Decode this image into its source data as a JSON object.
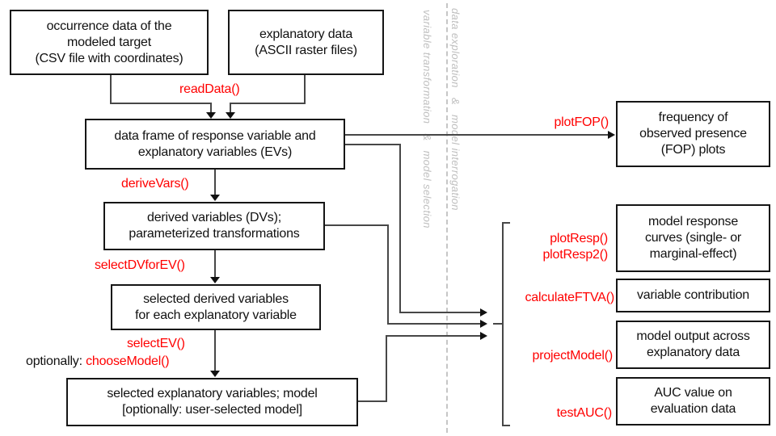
{
  "diagram": {
    "boxes": {
      "occurrence": "occurrence data of the\nmodeled target\n(CSV file with coordinates)",
      "explanatory": "explanatory data\n(ASCII raster files)",
      "dataframe": "data frame of response variable and\nexplanatory variables (EVs)",
      "derived": "derived variables (DVs);\nparameterized transformations",
      "selected_dv": "selected derived variables\nfor each explanatory variable",
      "model": "selected explanatory variables; model\n[optionally: user-selected model]",
      "fop": "frequency of\nobserved presence\n(FOP) plots",
      "resp": "model response\ncurves (single- or\nmarginal-effect)",
      "contrib": "variable contribution",
      "output": "model output across\nexplanatory data",
      "auc": "AUC value on\nevaluation data"
    },
    "functions": {
      "read_data": "readData()",
      "derive_vars": "deriveVars()",
      "select_dv_for_ev": "selectDVforEV()",
      "select_ev": "selectEV()",
      "choose_model": "chooseModel()",
      "plot_fop": "plotFOP()",
      "plot_resp": "plotResp()",
      "plot_resp2": "plotResp2()",
      "calculate_ftva": "calculateFTVA()",
      "project_model": "projectModel()",
      "test_auc": "testAUC()"
    },
    "labels": {
      "optionally": "optionally:"
    },
    "watermarks": {
      "left": "variable transformation   &   model selection",
      "right": "data exploration   &   model interrogation"
    },
    "colors": {
      "function_red": "#ff0000",
      "box_border": "#151515",
      "connector": "#474747",
      "watermark_gray": "#bfbfbf"
    }
  }
}
